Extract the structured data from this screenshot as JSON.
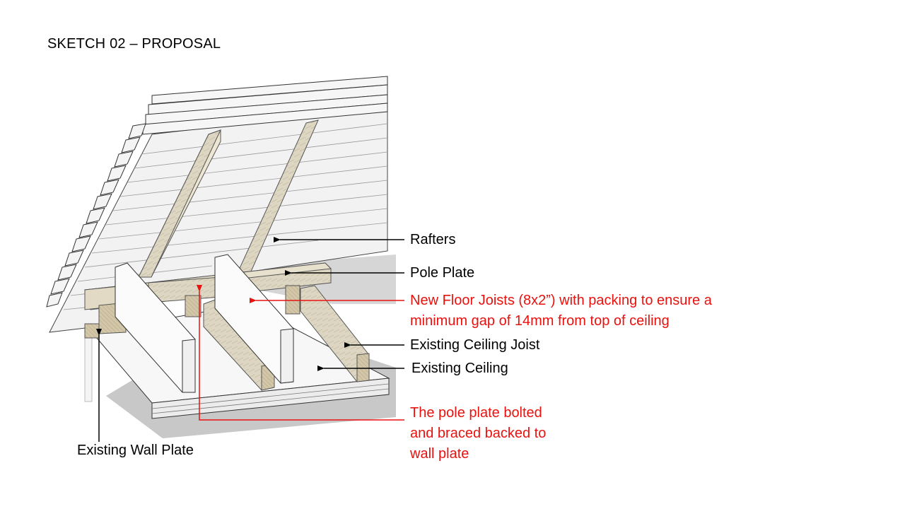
{
  "title": "SKETCH 02 – PROPOSAL",
  "labels": {
    "rafters": "Rafters",
    "pole_plate": "Pole Plate",
    "new_floor_joists_line1": "New Floor Joists (8x2”)  with packing to ensure a",
    "new_floor_joists_line2": "minimum gap of 14mm  from top of ceiling",
    "existing_ceiling_joist": "Existing Ceiling Joist",
    "existing_ceiling": "Existing Ceiling",
    "pole_plate_bolted_line1": "The pole plate bolted",
    "pole_plate_bolted_line2": "and braced backed to",
    "pole_plate_bolted_line3": "wall plate",
    "existing_wall_plate": "Existing Wall Plate"
  },
  "colors": {
    "black_text": "#000000",
    "red_text": "#e8120f",
    "timber": "#ddd6c3",
    "timber_end_grain": "#cfc4a8",
    "shadow": "#c9c9c9"
  }
}
